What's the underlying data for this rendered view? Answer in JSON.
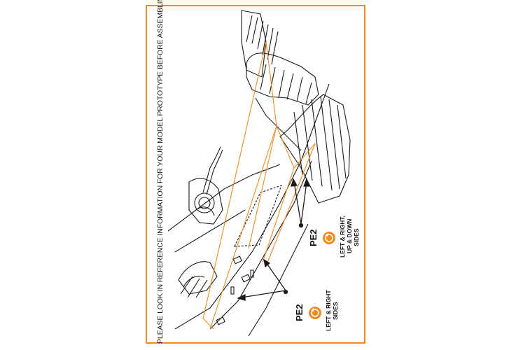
{
  "instruction_text": "PLEASE LOOK IN REFERENCE INFORMATION FOR YOUR MODEL PROTOTYPE BEFORE ASSEMBLING",
  "callouts": [
    {
      "part": "PE2",
      "note_line1": "LEFT & RIGHT,",
      "note_line2": "UP & DOWN",
      "note_line3": "SIDES"
    },
    {
      "part": "PE2",
      "note_line1": "LEFT & RIGHT",
      "note_line2": "SIDES"
    }
  ],
  "colors": {
    "frame": "#f08a24",
    "leader": "#f08a24",
    "line": "#1a1a1a",
    "badge": "#f08a24"
  },
  "icons": [
    "rotate-arrow-icon"
  ]
}
